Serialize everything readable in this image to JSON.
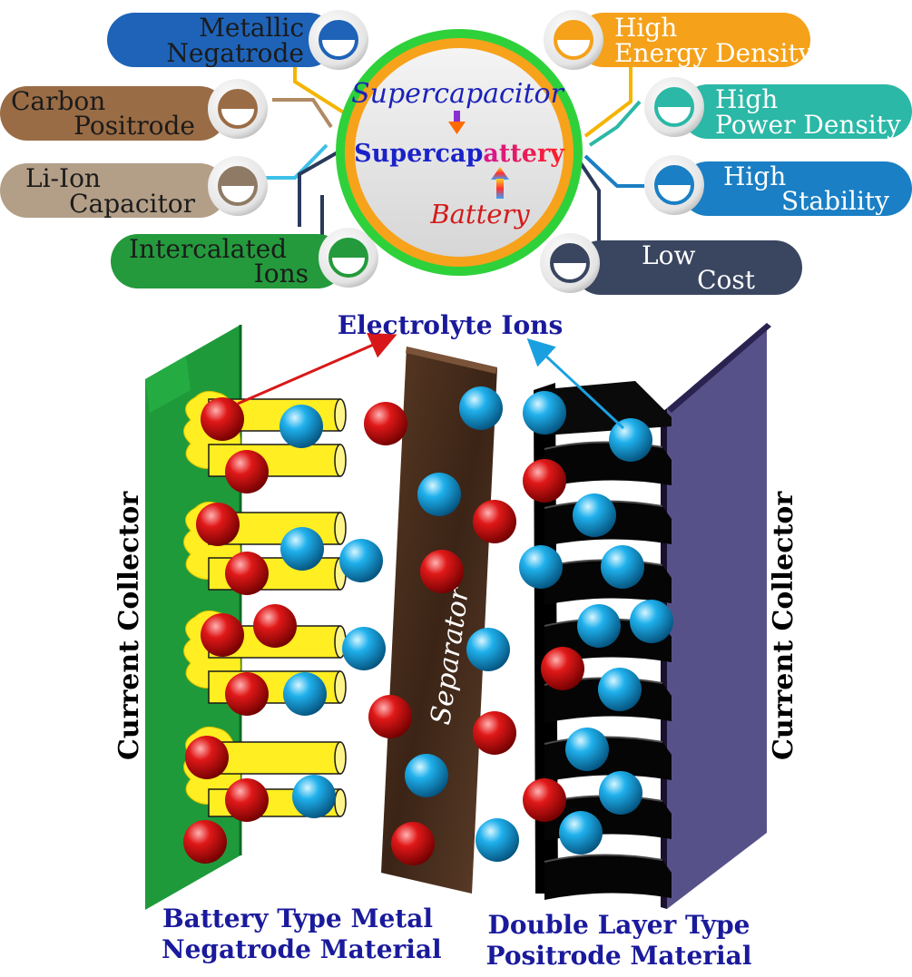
{
  "center": {
    "supercapacitor": "Supercapacitor",
    "supercap_part": "Supercap",
    "attery_part": "attery",
    "battery": "Battery"
  },
  "left_pills": [
    {
      "line1": "Metallic",
      "line2": "Negatrode",
      "color": "#1e63b8"
    },
    {
      "line1": "Carbon",
      "line2": "Positrode",
      "color": "#9a6c45"
    },
    {
      "line1": "Li-Ion",
      "line2": "Capacitor",
      "color": "#b39e87"
    },
    {
      "line1": "Intercalated",
      "line2": "Ions",
      "color": "#249a3c"
    }
  ],
  "right_pills": [
    {
      "line1": "High",
      "line2": "Energy Density",
      "color": "#f5a11a"
    },
    {
      "line1": "High",
      "line2": "Power Density",
      "color": "#2bb8a6"
    },
    {
      "line1": "High",
      "line2": "Stability",
      "color": "#1a7fc4"
    },
    {
      "line1": "Low",
      "line2": "Cost",
      "color": "#3a4660"
    }
  ],
  "labels": {
    "electrolyte_ions": "Electrolyte Ions",
    "current_collector_left": "Current Collector",
    "current_collector_right": "Current Collector",
    "separator": "Separator",
    "left_material_line1": "Battery Type Metal",
    "left_material_line2": "Negatrode Material",
    "right_material_line1": "Double Layer Type",
    "right_material_line2": "Positrode Material"
  },
  "colors": {
    "ring_outer": "#2fd13a",
    "ring_inner": "#f7a21b",
    "collector_left": "#1f9a3a",
    "collector_right": "#4b3f78",
    "separator": "#4a2f1e",
    "ion_red": "#d01010",
    "ion_blue": "#1aa0e0",
    "label_blue": "#1a1a9c"
  }
}
